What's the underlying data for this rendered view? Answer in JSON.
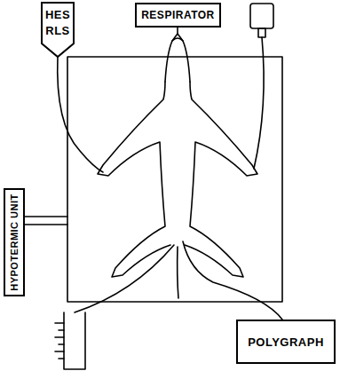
{
  "diagram": {
    "nodes": [
      {
        "text": [
          "HES RLS"
        ]
      },
      {
        "text": [
          "RESPIRATOR"
        ]
      },
      {
        "text": [
          "HYPOTERMIC UNIT"
        ]
      },
      {
        "text": [
          "POLYGRAPH"
        ]
      }
    ]
  }
}
